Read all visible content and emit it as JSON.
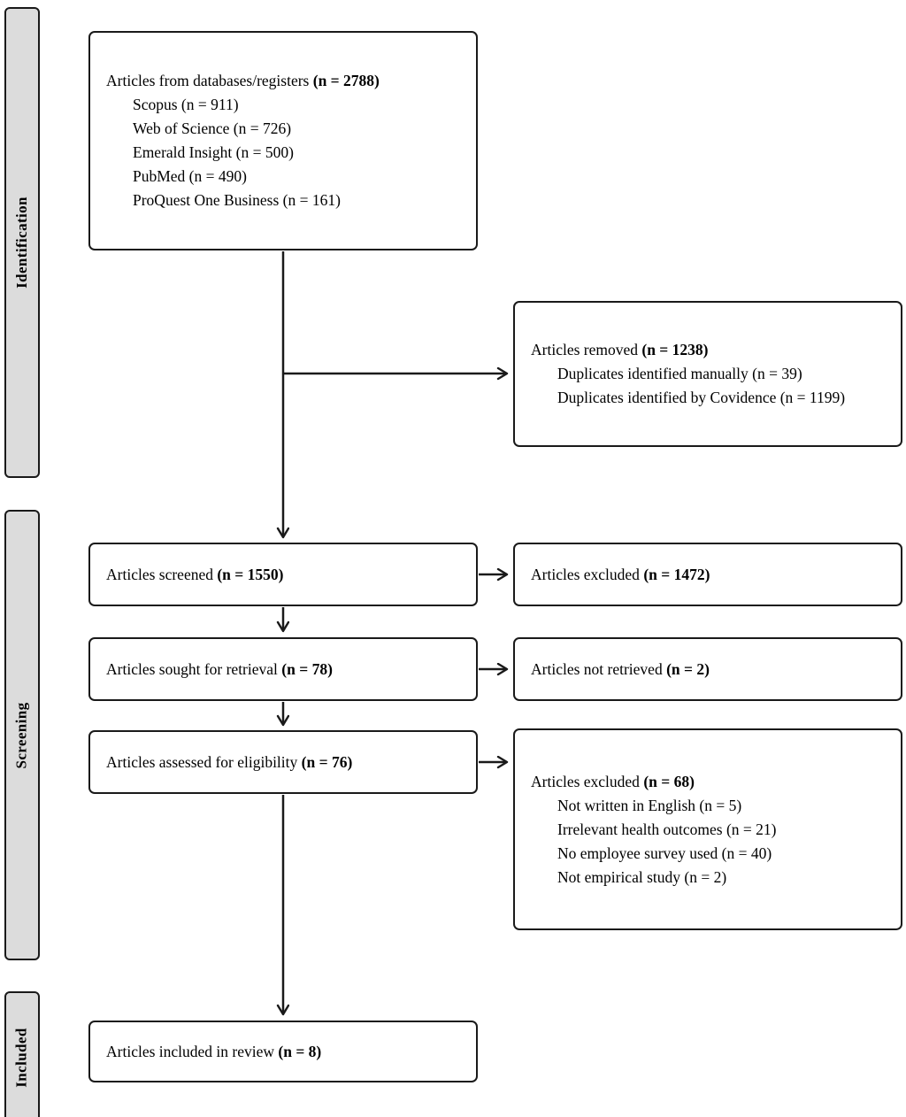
{
  "sidebar": {
    "identification": "Identification",
    "screening": "Screening",
    "included": "Included"
  },
  "boxes": {
    "databases": {
      "text": "Articles from databases/registers ",
      "n": "(n = 2788)",
      "items": [
        "Scopus (n = 911)",
        "Web of Science (n = 726)",
        "Emerald Insight (n = 500)",
        "PubMed (n = 490)",
        "ProQuest One Business (n = 161)"
      ]
    },
    "removed": {
      "text": "Articles removed ",
      "n": "(n = 1238)",
      "items": [
        "Duplicates identified manually (n = 39)",
        "Duplicates identified by Covidence (n = 1199)"
      ]
    },
    "screened": {
      "text": "Articles screened ",
      "n": "(n = 1550)"
    },
    "excluded_screening": {
      "text": "Articles excluded ",
      "n": "(n = 1472)"
    },
    "sought": {
      "text": "Articles sought for retrieval ",
      "n": "(n = 78)"
    },
    "not_retrieved": {
      "text": "Articles not retrieved ",
      "n": "(n = 2)"
    },
    "assessed": {
      "text": "Articles assessed for eligibility ",
      "n": "(n = 76)"
    },
    "excluded_eligibility": {
      "text": "Articles excluded ",
      "n": "(n = 68)",
      "items": [
        "Not written in English (n = 5)",
        "Irrelevant health outcomes (n = 21)",
        "No employee survey used (n = 40)",
        "Not empirical study (n = 2)"
      ]
    },
    "included": {
      "text": "Articles included in review ",
      "n": "(n = 8)"
    }
  },
  "colors": {
    "line": "#1a1a1a",
    "sidebar_fill": "#dcdcdc",
    "box_fill": "#ffffff"
  }
}
